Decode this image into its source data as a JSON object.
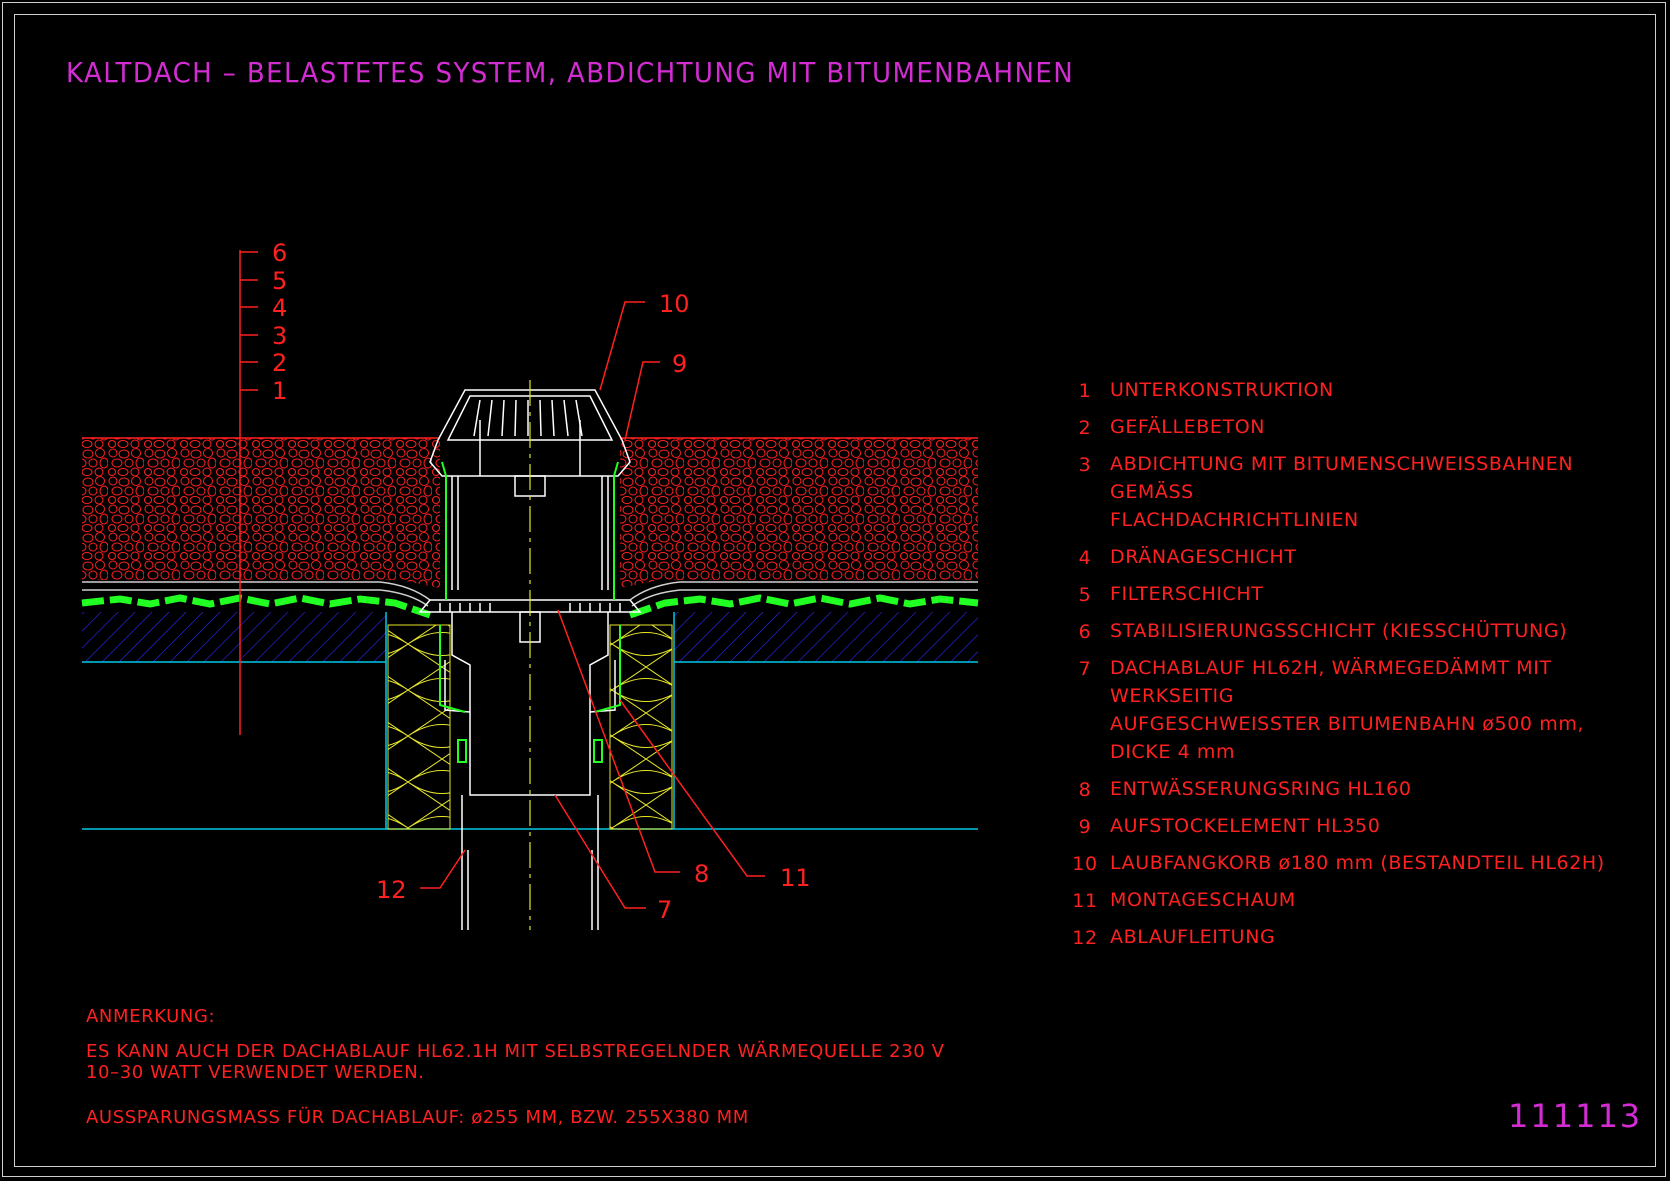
{
  "title": "KALTDACH – BELASTETES SYSTEM, ABDICHTUNG MIT BITUMENBAHNEN",
  "drawing_number": "111113",
  "scale_labels": [
    "6",
    "5",
    "4",
    "3",
    "2",
    "1"
  ],
  "callouts": {
    "c7": "7",
    "c8": "8",
    "c9": "9",
    "c10": "10",
    "c11": "11",
    "c12": "12"
  },
  "legend": [
    {
      "num": "1",
      "text": "UNTERKONSTRUKTION"
    },
    {
      "num": "2",
      "text": "GEFÄLLEBETON"
    },
    {
      "num": "3",
      "text": "ABDICHTUNG MIT BITUMENSCHWEISSBAHNEN GEMÄSS\nFLACHDACHRICHTLINIEN"
    },
    {
      "num": "4",
      "text": "DRÄNAGESCHICHT"
    },
    {
      "num": "5",
      "text": "FILTERSCHICHT"
    },
    {
      "num": "6",
      "text": "STABILISIERUNGSSCHICHT (KIESSCHÜTTUNG)"
    },
    {
      "num": "7",
      "text": "DACHABLAUF HL62H, WÄRMEGEDÄMMT MIT WERKSEITIG\nAUFGESCHWEISSTER BITUMENBAHN ø500 mm,\nDICKE 4 mm"
    },
    {
      "num": "8",
      "text": "ENTWÄSSERUNGSRING HL160"
    },
    {
      "num": "9",
      "text": "AUFSTOCKELEMENT HL350"
    },
    {
      "num": "10",
      "text": "LAUBFANGKORB ø180 mm (BESTANDTEIL HL62H)"
    },
    {
      "num": "11",
      "text": "MONTAGESCHAUM"
    },
    {
      "num": "12",
      "text": "ABLAUFLEITUNG"
    }
  ],
  "notes": {
    "heading": "ANMERKUNG:",
    "line1": "ES KANN AUCH DER DACHABLAUF HL62.1H MIT SELBSTREGELNDER WÄRMEQUELLE 230 V\n10–30 WATT VERWENDET WERDEN.",
    "line2": "AUSSPARUNGSMASS FÜR DACHABLAUF: ø255 MM, BZW. 255X380 MM"
  },
  "colors": {
    "background": "#000000",
    "title": "#d22cd2",
    "text": "#ff2020",
    "gravel": "#ff2020",
    "membrane": "#22ff22",
    "concrete_hatch": "#2a2aff",
    "slab_line": "#00c8e6",
    "insulation": "#e6e62a",
    "drain": "#ffffff",
    "axis": "#e6e62a"
  }
}
